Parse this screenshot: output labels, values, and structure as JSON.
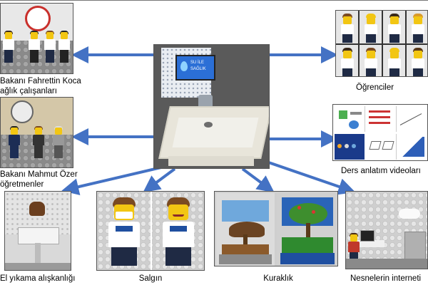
{
  "center": {
    "screen_text_1": "SU İLE",
    "screen_text_2": "SAĞLIK"
  },
  "panels": {
    "ministers_health": {
      "label_line1": "Bakanı Fahrettin Koca",
      "label_line2": "ağlık çalışanları"
    },
    "ministers_education": {
      "label_line1": "Bakanı Mahmut Özer",
      "label_line2": "öğretmenler"
    },
    "students": {
      "label": "Öğrenciler"
    },
    "lecture_videos": {
      "label": "Ders anlatım videoları"
    },
    "handwashing": {
      "label": "El yıkama alışkanlığı"
    },
    "pandemic": {
      "label": "Salgın"
    },
    "drought": {
      "label": "Kuraklık"
    },
    "iot": {
      "label": "Nesnelerin interneti"
    }
  },
  "colors": {
    "arrow": "#4472c4",
    "screen_blue": "#2b6fd6"
  }
}
